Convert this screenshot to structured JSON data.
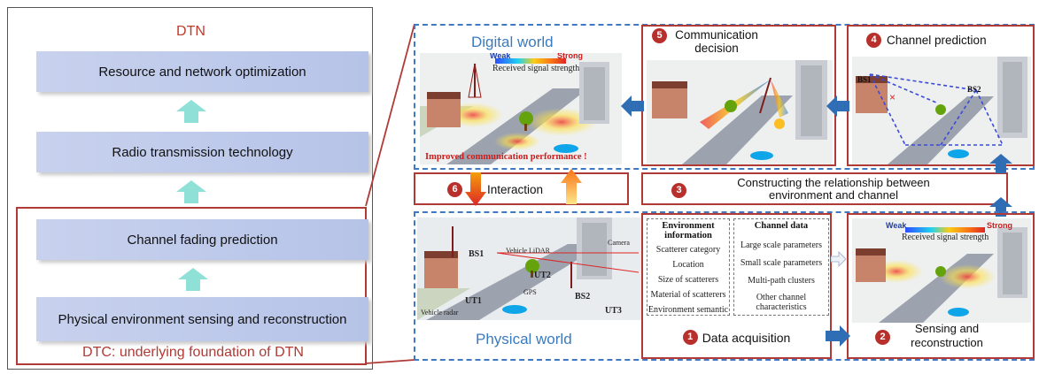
{
  "left_panel": {
    "title": "DTN",
    "layers": [
      "Resource and network optimization",
      "Radio transmission technology",
      "Channel fading prediction",
      "Physical environment sensing and reconstruction"
    ],
    "foundation_label": "DTC: underlying foundation of DTN"
  },
  "digital_world": {
    "title": "Digital world",
    "legend_weak": "Weak",
    "legend_strong": "Strong",
    "legend_caption": "Received signal strength",
    "banner": "Improved communication performance !"
  },
  "physical_world": {
    "title": "Physical world",
    "scene_labels": {
      "bs1": "BS1",
      "bs2": "BS2",
      "ut1": "UT1",
      "ut2": "UT2",
      "ut3": "UT3",
      "lidar": "Vehicle LiDAR",
      "camera": "Camera",
      "gps": "GPS",
      "radar": "Vehicle radar"
    }
  },
  "steps": {
    "s1": {
      "num": "1",
      "label": "Data acquisition"
    },
    "s2": {
      "num": "2",
      "label": "Sensing and reconstruction"
    },
    "s3": {
      "num": "3",
      "label": "Constructing the relationship between environment and channel"
    },
    "s4": {
      "num": "4",
      "label": "Channel prediction"
    },
    "s5": {
      "num": "5",
      "label": "Communication decision"
    },
    "s6": {
      "num": "6",
      "label": "Interaction"
    }
  },
  "data_table": {
    "env_header": "Environment information",
    "env_items": [
      "Scatterer category",
      "Location",
      "Size of scatterers",
      "Material of scatterers",
      "Environment semantic"
    ],
    "chan_header": "Channel data",
    "chan_items": [
      "Large scale parameters",
      "Small scale parameters",
      "Multi-path clusters",
      "Other channel characteristics"
    ]
  },
  "sensing_scene": {
    "legend_weak": "Weak",
    "legend_strong": "Strong",
    "legend_caption": "Received signal strength"
  },
  "prediction_scene": {
    "bs1": "BS1",
    "bs2": "BS2"
  },
  "colors": {
    "red": "#b03a35",
    "blue_dash": "#3f79c2",
    "blue_arrow": "#2f6db5",
    "teal_arrow": "#8fe0d6",
    "layer_fill": "#c2cdec"
  }
}
